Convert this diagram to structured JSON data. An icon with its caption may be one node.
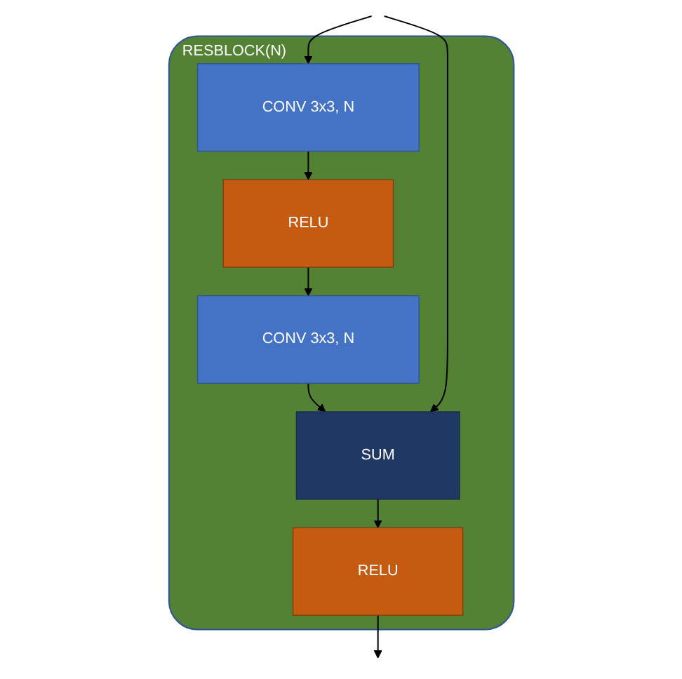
{
  "diagram": {
    "nodes": [
      {
        "text": [
          "RESBLOCK(N)"
        ]
      },
      {
        "text": [
          "CONV 3x3, N"
        ],
        "in": 0
      },
      {
        "text": [
          "RELU"
        ],
        "in": 0
      },
      {
        "text": [
          "CONV 3x3, N"
        ],
        "in": 0
      },
      {
        "text": [
          "SUM"
        ],
        "in": 0
      },
      {
        "text": [
          "RELU"
        ],
        "in": 0
      }
    ],
    "edges": [
      {
        "from": null,
        "to": 1,
        "arrow": "to"
      },
      {
        "from": 1,
        "to": 2,
        "arrow": "to"
      },
      {
        "from": 2,
        "to": 3,
        "arrow": "to"
      },
      {
        "from": 3,
        "to": 4,
        "arrow": "to"
      },
      {
        "from": null,
        "to": 4,
        "arrow": "to"
      },
      {
        "from": 4,
        "to": 5,
        "arrow": "to"
      },
      {
        "from": 5,
        "to": null,
        "arrow": "to"
      }
    ]
  }
}
